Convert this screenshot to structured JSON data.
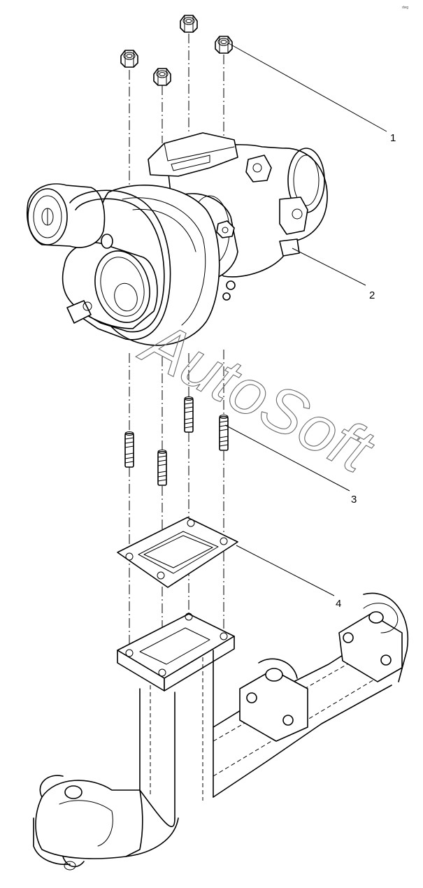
{
  "callouts": [
    {
      "id": "1",
      "label": "1"
    },
    {
      "id": "2",
      "label": "2"
    },
    {
      "id": "3",
      "label": "3"
    },
    {
      "id": "4",
      "label": "4"
    }
  ],
  "watermark": {
    "text": "AutoSoft"
  },
  "corner_mark": {
    "text": "dwg"
  }
}
